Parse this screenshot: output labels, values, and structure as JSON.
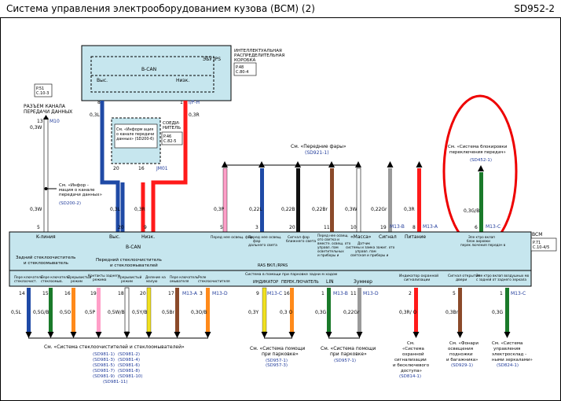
{
  "header": {
    "title": "Система  управления  электрооборудованием     кузова (BCM) (2)",
    "code": "SD952-2"
  },
  "ipb": {
    "name": "ИНТЕЛЛЕКТУАЛЬНАЯ РАСПРЕДЕЛИТЕЛЬНАЯ КОРОБКА",
    "ref": "P.48\nC.80-4",
    "sub_name": "ЭБУ IPS",
    "bus": "B-CAN",
    "pin_lo": "Выс.",
    "pin_hi": "Низк."
  },
  "p51": {
    "ref": "P.51\nC.10-3",
    "name": "РАЗЪЕМ  КАНАЛА ПЕРЕДАЧИ  ДАННЫХ",
    "pin": "13",
    "conn": "M10",
    "wire": "0,3W"
  },
  "joint": {
    "label": "См. «Информ ация о канале передачи данных» (SD200-6)",
    "name": "СОЕДИ-НИТЕЛЬ",
    "ref": "P.46\nC.82-5",
    "pins": [
      "20",
      "16"
    ],
    "conn": "JM01"
  },
  "wires_top": {
    "ipb_pin_left": "8",
    "ipb_pin_right": "1",
    "ipb_conn": "I/P-H",
    "left_wire": "0,3L",
    "right_wire": "0,3R"
  },
  "data_link_note": {
    "text": "См. «Инфор - мация о канале передачи  данных»",
    "ref": "(SD200-2)"
  },
  "headlamp_note": {
    "text": "См. «Передние  фары»",
    "ref": "(SD921-1)"
  },
  "mirror_note": {
    "text": "См. «Система  блокировки переключения  передач»",
    "ref": "(SD452-1)"
  },
  "bcm": {
    "name": "BCM",
    "ref": "P.71\nC.10-4/5",
    "top_wires": [
      {
        "pin": "5",
        "wire": "0,3W",
        "color": "#ffffff"
      },
      {
        "pin": "20",
        "wire": "0,3L",
        "color": "#1f4aa6"
      },
      {
        "pin": "9",
        "wire": "0,3R",
        "color": "#ff1a1a"
      },
      {
        "pin": "5",
        "wire": "0,3P",
        "color": "#ff9fc8"
      },
      {
        "pin": "3",
        "wire": "0,22L",
        "color": "#1f4aa6"
      },
      {
        "pin": "20",
        "wire": "0,22B",
        "color": "#111111"
      },
      {
        "pin": "11",
        "wire": "0,22Br",
        "color": "#8b4a2a"
      },
      {
        "pin": "10",
        "wire": "0,3W",
        "color": "#ffffff"
      },
      {
        "pin": "19",
        "wire": "0,22Gr",
        "color": "#9a9a9a"
      },
      {
        "pin": "8",
        "wire": "0,3R",
        "color": "#ff1a1a"
      },
      {
        "pin": "6",
        "wire": "0,3G/B",
        "color": "#1a7a2a"
      }
    ],
    "top_labels": {
      "k_line": "K-линия",
      "b_can": "B-CAN",
      "vys": "Выс.",
      "nizk": "Низк.",
      "l1": "Перед нее освещ. фар",
      "l2": "Перед нее освещ. фар дальнего света",
      "l3": "Сигнал фар ближнего света",
      "l4": "Перед нее освещ. ото светка и вместе. освещ. ото отраж. пан освети тельных и приборы и",
      "massa": "«Масса»",
      "signal": "Сигнал",
      "pitanie": "Питание",
      "m13b": "M13-B",
      "m13a": "M13-A",
      "mass_sub": "Датчик системы и замка зажиг. ото управл. пам светская и приборы и",
      "mirror_l": "Эле ктро вклап блок аировки перек лючения передач в",
      "m13c_top": "M13-C"
    },
    "bottom_labels": {
      "rear_win": "Задний  стеклоочиститель и стеклоомыватель",
      "front_win": "Передний  стеклоочиститель и стеклоомыватель",
      "b1": "Пере ключатель стеклоочист.",
      "b2": "Пере ключатель стеклоомыв.",
      "b3": "Прерывистый режим",
      "b4": "Контакты заднего режима",
      "b5": "Прерывистый режим",
      "b6": "Деление на малую скорость",
      "b7": "Пере ключатель омывателя",
      "b8": "Реле стеклоочистителя",
      "rpas": "RAS ВКЛ./RPAS",
      "rpas1": "ИНДИКАТОР",
      "rpas2": "ПЕРЕК.ЛЮЧАТЕЛЬ",
      "pas_note": "Система  в помощи при парковке задни м ходом",
      "lin": "LIN",
      "buzzer": "Зуммер",
      "alarm": "Индикатор охранной сигнализации",
      "trunk": "Сигнал открытия двери",
      "mirror2": "Эле ктро вклап воздушных мо торов с задней  от заднего зеркала",
      "m13a": "M13-A",
      "m13d": "M13-D",
      "m13c": "M13-C",
      "m13b": "M13-B",
      "m13d2": "M13-D",
      "m13c2": "M13-C"
    },
    "bottom_wires": [
      {
        "pin": "14",
        "wire": "0,5L",
        "color": "#1f4aa6"
      },
      {
        "pin": "15",
        "wire": "0,5G/B",
        "color": "#1a7a2a"
      },
      {
        "pin": "16",
        "wire": "0,5O",
        "color": "#ff8a1a"
      },
      {
        "pin": "19",
        "wire": "0,5P",
        "color": "#ff9fc8"
      },
      {
        "pin": "18",
        "wire": "0,5W/B",
        "color": "#ffffff"
      },
      {
        "pin": "20",
        "wire": "0,5Y/B",
        "color": "#f0e020"
      },
      {
        "pin": "17",
        "wire": "0,5Br",
        "color": "#8b4a2a"
      },
      {
        "pin": "3",
        "wire": "0,3O/B",
        "color": "#ff8a1a"
      },
      {
        "pin": "9",
        "wire": "0,3Y",
        "color": "#f0e020"
      },
      {
        "pin": "16",
        "wire": "0,3 O",
        "color": "#ff8a1a"
      },
      {
        "pin": "1",
        "wire": "0,3G",
        "color": "#1a7a2a"
      },
      {
        "pin": "11",
        "wire": "0,22Gr",
        "color": "#9a9a9a"
      },
      {
        "pin": "2",
        "wire": "0,3R/ O",
        "color": "#ff1a1a"
      },
      {
        "pin": "5",
        "wire": "0,3Br",
        "color": "#8b4a2a"
      },
      {
        "pin": "1",
        "wire": "0,3G",
        "color": "#1a7a2a"
      }
    ]
  },
  "refs_bottom": {
    "wiper": "См. «Система  стеклоочистителей    и  стеклоомывателей»",
    "wiper_refs": [
      "(SD981-1)",
      "(SD981-2)",
      "(SD981-3)",
      "(SD981-4)",
      "(SD981-5)",
      "(SD981-6)",
      "(SD981-7)",
      "(SD981-8)",
      "(SD981-9)",
      "(SD981-10)",
      "(SD981-11)"
    ],
    "pas": "См. «Система  помощи при  парковке»",
    "pas_ref": "(SD957-1)\n(SD957-3)",
    "pas2": "См. «Система  помощи при парковке»",
    "pas2_ref": "(SD957-1)",
    "alarm": "См. «Система охранной сигнализации и бесключевого доступа»",
    "alarm_ref": "(SD814-1)",
    "trunk": "См. «Фонари освещения подножки и багажника»",
    "trunk_ref": "(SD929-1)",
    "mirror": "См. «Система управления электросклад - ными зеркалами»",
    "mirror_ref": "(SD824-1)"
  }
}
